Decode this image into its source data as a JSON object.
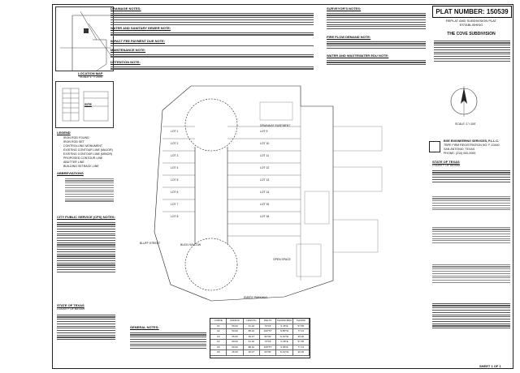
{
  "plat_number": "PLAT NUMBER: 150539",
  "title_block": {
    "line1": "REPLAT AND SUBDIVISION PLAT",
    "line2": "ESTABLISHING",
    "subdivision_name": "THE COVE SUBDIVISION"
  },
  "notes": {
    "drainage": "DRAINAGE NOTES:",
    "water_sewer": "WATER AND SANITARY SEWER NOTE:",
    "impact_fee": "IMPACT FEE PAYMENT DUE NOTE:",
    "maintenance": "MAINTENANCE NOTE:",
    "detention": "DETENTION NOTE:",
    "surveyor": "SURVEYOR'S NOTES:",
    "fire_flow": "FIRE FLOW DEMAND NOTE:",
    "water_wastewater": "WATER AND WASTEWATER EDU NOTE:",
    "general": "GENERAL NOTES:"
  },
  "location_map": {
    "label": "LOCATION MAP",
    "scale": "SCALE 1\" = 2000'",
    "site": "SITE"
  },
  "legend": {
    "label": "LEGEND",
    "items": [
      "IRON ROD FOUND",
      "IRON ROD SET",
      "CONTROLLING MONUMENT",
      "EXISTING CONTOUR LINE (MAJOR)",
      "EXISTING CONTOUR LINE (MINOR)",
      "PROPOSED CONTOUR LINE",
      "ABUTTER LINE",
      "BUILDING SETBACK LINE"
    ],
    "abbreviations_label": "ABBREVIATIONS"
  },
  "city_notes_label": "CITY PUBLIC SERVICE (CPS) NOTES:",
  "company": {
    "name": "BGE ENGINEERING SERVICES, P.L.L.C.",
    "firm": "TBPE FIRM REGISTRATION NO. F-10440",
    "address": "SAN ANTONIO, TEXAS",
    "phone": "PHONE: (210) 000-0000"
  },
  "scale_label": "SCALE: 1\"=100'",
  "roads": [
    "BLUFF STREET",
    "BUCK HOLLOW",
    "EMERY PARKWAY"
  ],
  "easement_label": "DRAINAGE EASEMENT",
  "open_space_label": "OPEN SPACE",
  "lots": [
    "LOT 1",
    "LOT 2",
    "LOT 3",
    "LOT 4",
    "LOT 5",
    "LOT 6",
    "LOT 7",
    "LOT 8",
    "LOT 9",
    "LOT 10",
    "LOT 11",
    "LOT 12",
    "LOT 13",
    "LOT 14",
    "LOT 15",
    "LOT 16"
  ],
  "curve_table": {
    "headers": [
      "CURVE",
      "RADIUS",
      "LENGTH",
      "DELTA",
      "CHORD BRG",
      "CHORD"
    ],
    "rows": [
      [
        "C1",
        "50.00",
        "61.32",
        "70°15'",
        "S 45°E",
        "57.55"
      ],
      [
        "C2",
        "50.00",
        "88.10",
        "100°57'",
        "N 85°W",
        "77.13"
      ],
      [
        "C3",
        "25.00",
        "39.27",
        "90°00'",
        "S 44°W",
        "35.36"
      ],
      [
        "C4",
        "50.00",
        "61.32",
        "70°15'",
        "N 45°E",
        "57.55"
      ],
      [
        "C5",
        "50.00",
        "88.10",
        "100°57'",
        "S 85°E",
        "77.13"
      ],
      [
        "C6",
        "25.00",
        "39.27",
        "90°00'",
        "N 44°W",
        "35.36"
      ]
    ]
  },
  "state_of_texas": "STATE OF TEXAS",
  "county_of_bexar": "COUNTY OF BEXAR",
  "sheet": "SHEET 1 OF 1"
}
